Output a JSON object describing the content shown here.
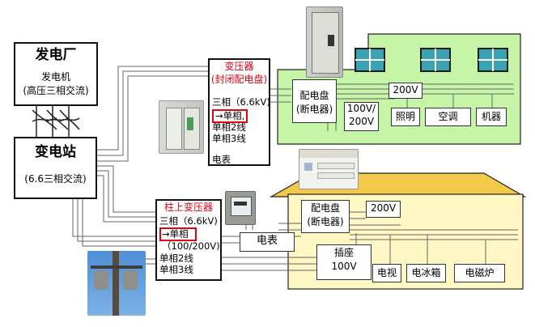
{
  "power_plant": {
    "title": "发电厂",
    "line1": "发电机",
    "line2": "(高压三相交流)"
  },
  "substation": {
    "title": "变电站",
    "subtitle": "(6.6三相交流)"
  },
  "enclosed_transformer": {
    "title1": "变压器",
    "title2": "(封闭配电盘)",
    "line1": "三相（6.6kV)",
    "line2": "→单相,",
    "line3": "单相2线",
    "line4": "单相3线",
    "line5": "电表"
  },
  "pole_transformer": {
    "title": "柱上变压器",
    "line1": "三相（6.6kV)",
    "line2": "→单相",
    "line3": "（100/200V)",
    "line4": "单相2线",
    "line5": "单相3线"
  },
  "meter_label": "电表",
  "factory": {
    "panel1": "配电盘",
    "panel2": "(断电器)",
    "v200": "200V",
    "v100_1": "100V/",
    "v100_2": "200V",
    "lighting": "照明",
    "ac": "空调",
    "machine": "机器"
  },
  "house": {
    "panel1": "配电盘",
    "panel2": "(断电器)",
    "v200": "200V",
    "outlet1": "插座",
    "outlet2": "100V",
    "tv": "电视",
    "fridge": "电冰箱",
    "stove": "电磁炉"
  },
  "colors": {
    "factory_fill": "#c6f5a8",
    "house_fill": "#fff7c4",
    "house_roof": "#f3c94a",
    "accent_red": "#e60012"
  }
}
